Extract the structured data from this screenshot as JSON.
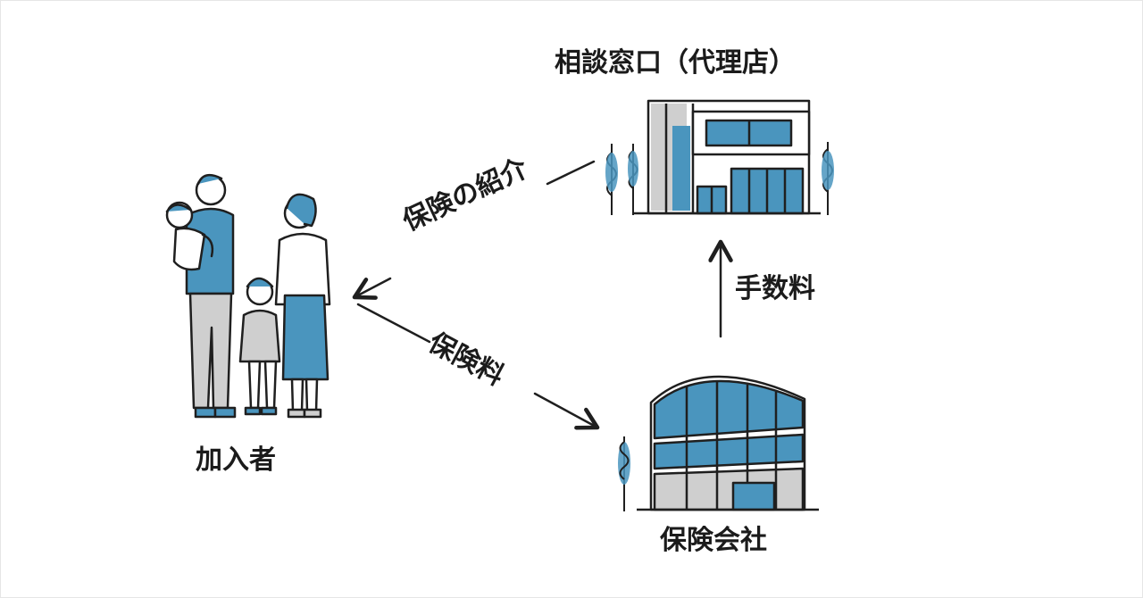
{
  "nodes": {
    "agency": "相談窓口（代理店）",
    "subscriber": "加入者",
    "insurer": "保険会社"
  },
  "edges": {
    "referral": "保険の紹介",
    "premium": "保険料",
    "commission": "手数料"
  },
  "colors": {
    "accent": "#4a95be",
    "ink": "#1f1f1f",
    "grey": "#c9c9c9",
    "background": "#ffffff"
  }
}
